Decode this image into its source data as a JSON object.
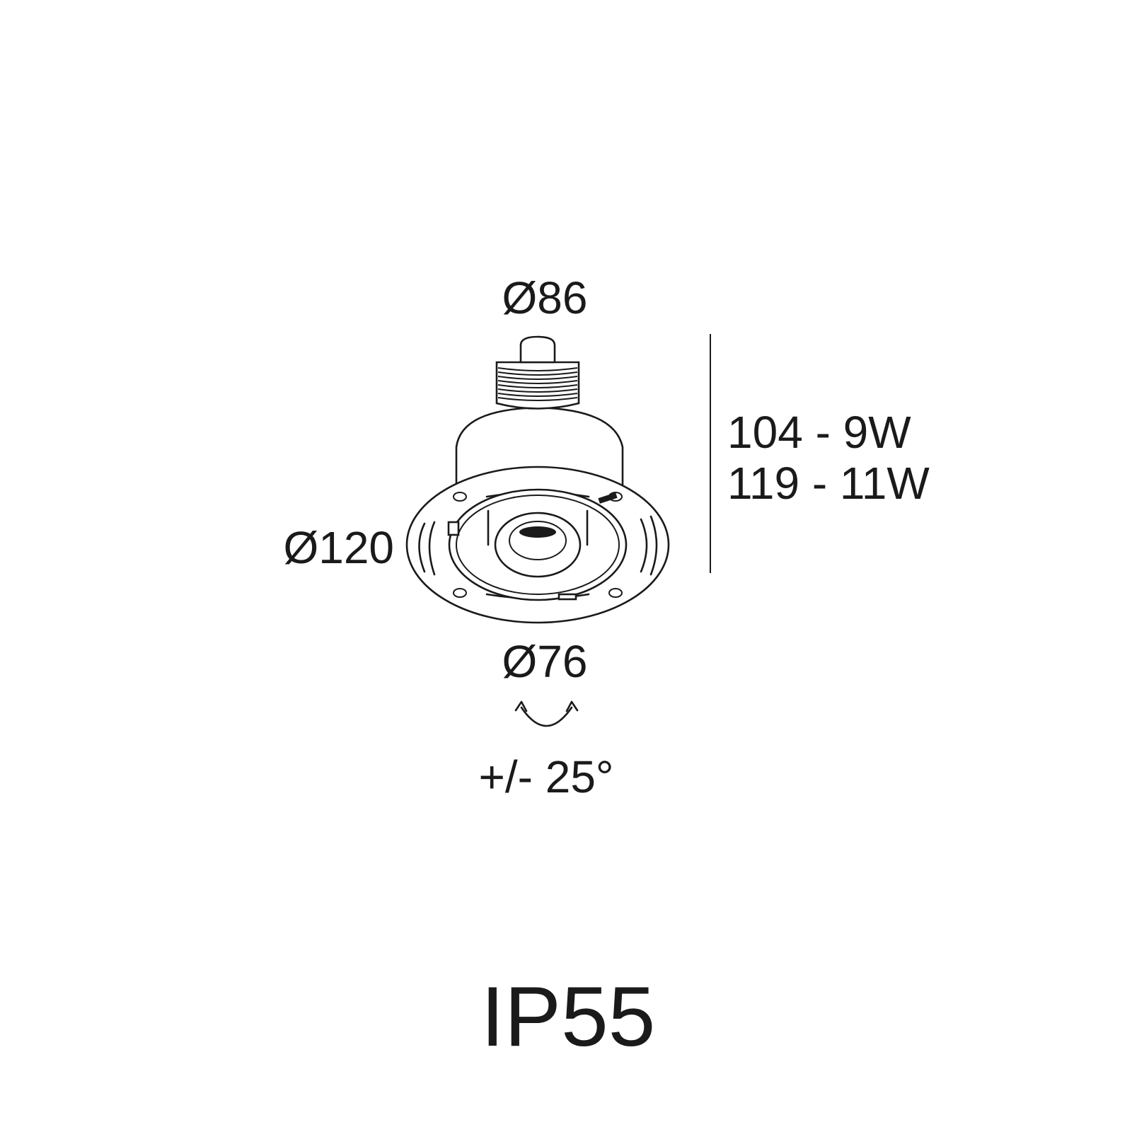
{
  "labels": {
    "top_diameter": "Ø86",
    "flange_diameter": "Ø120",
    "cutout_diameter": "Ø76",
    "height_9w": "104 - 9W",
    "height_11w": "119 - 11W",
    "tilt": "+/- 25°",
    "ip_rating": "IP55"
  },
  "colors": {
    "line": "#1a1a1a",
    "background": "#ffffff"
  }
}
